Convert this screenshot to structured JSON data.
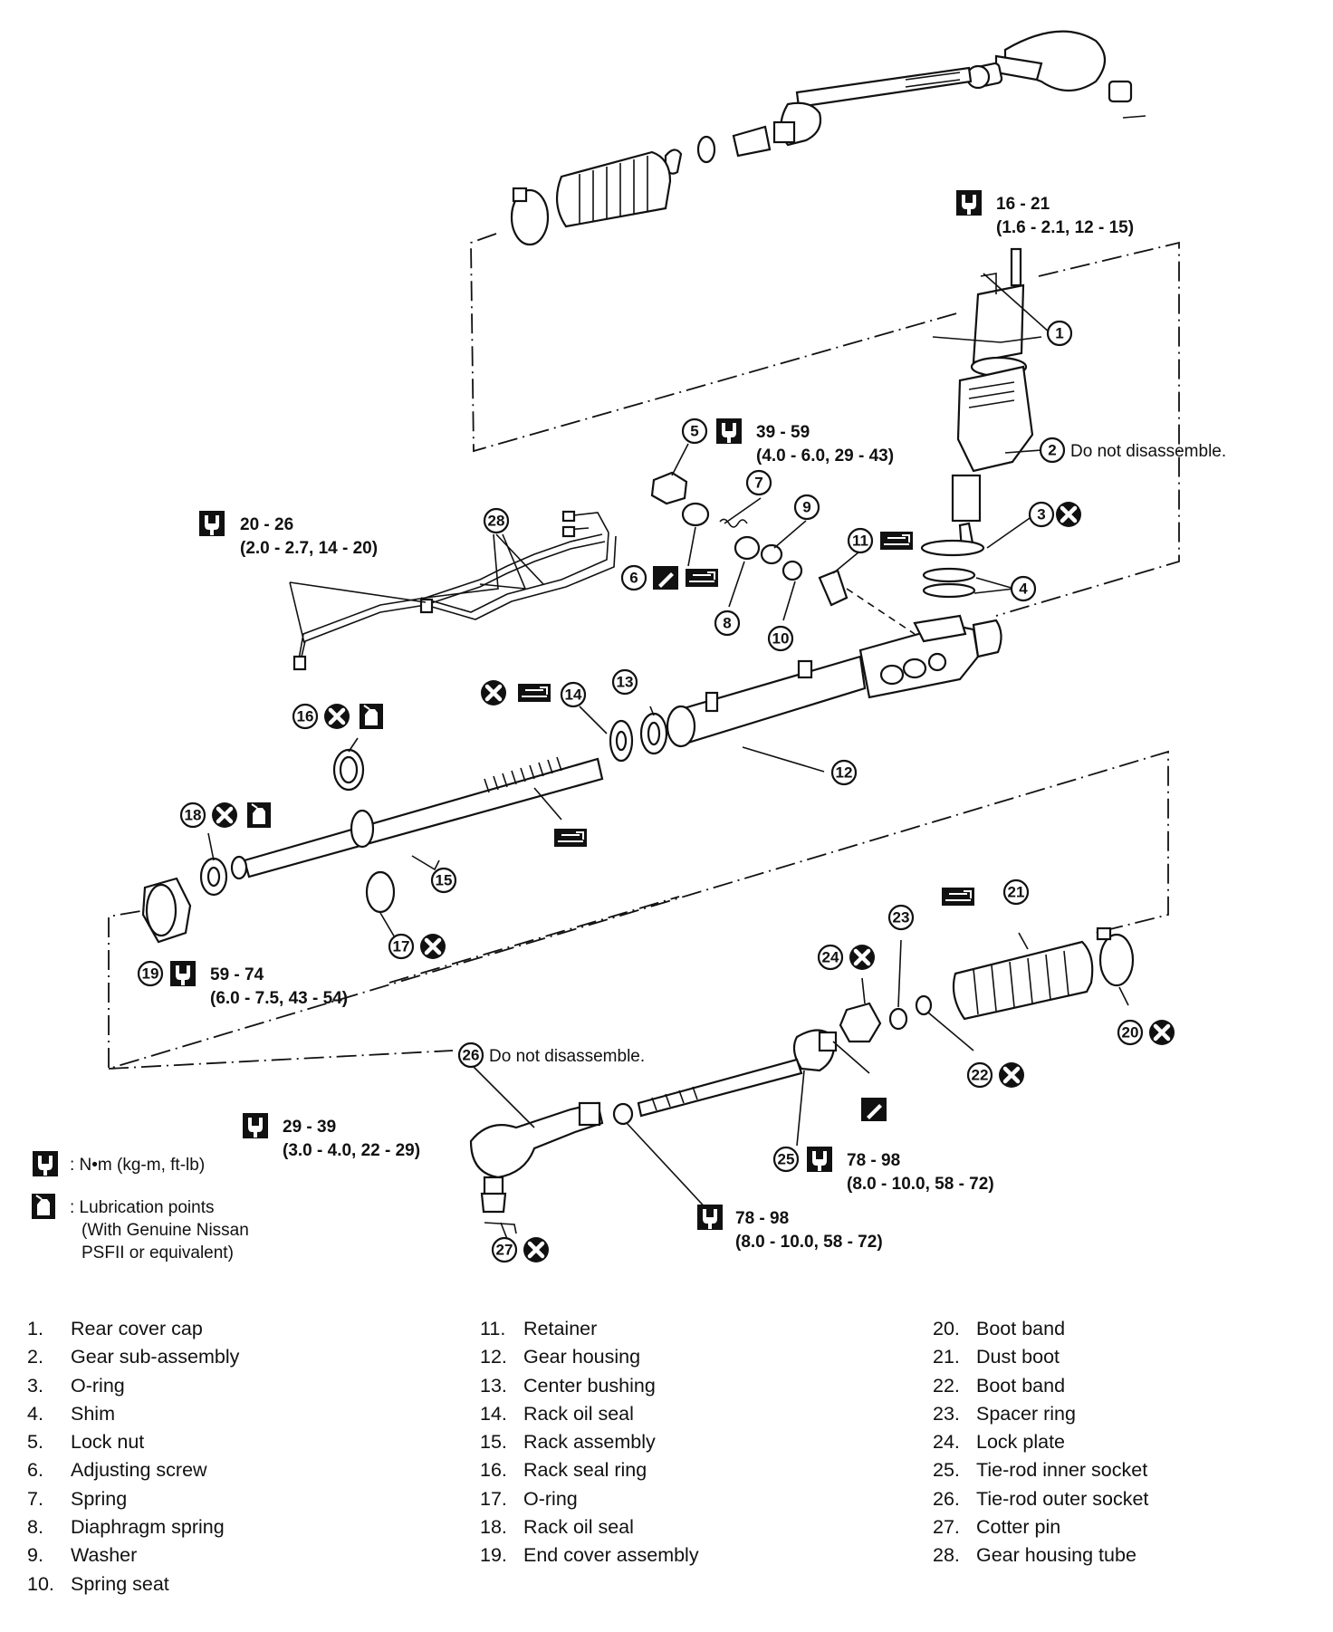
{
  "notes": {
    "torque_tie_rod_outer": [
      "29 - 39",
      "(3.0 - 4.0, 22 - 29)"
    ],
    "torque_rear_cover": [
      "16 - 21",
      "(1.6 - 2.1, 12 - 15)"
    ],
    "torque_lock_nut": [
      "39 - 59",
      "(4.0 - 6.0, 29 - 43)"
    ],
    "torque_tube": [
      "20 - 26",
      "(2.0 - 2.7, 14 - 20)"
    ],
    "torque_end_cover": [
      "59 - 74",
      "(6.0 - 7.5, 43 - 54)"
    ],
    "torque_inner_socket": [
      "78 - 98",
      "(8.0 - 10.0, 58 - 72)"
    ],
    "torque_outer_nut": [
      "78 - 98",
      "(8.0 - 10.0, 58 - 72)"
    ],
    "do_not_disassemble_2": "Do not disassemble.",
    "do_not_disassemble_26": "Do not disassemble."
  },
  "key": {
    "torque_unit": ": N•m (kg-m, ft-lb)",
    "lube_line1": ": Lubrication points",
    "lube_line2": "(With Genuine Nissan",
    "lube_line3": "PSFII or equivalent)"
  },
  "parts": [
    {
      "n": "1.",
      "name": "Rear cover cap"
    },
    {
      "n": "2.",
      "name": "Gear sub-assembly"
    },
    {
      "n": "3.",
      "name": "O-ring"
    },
    {
      "n": "4.",
      "name": "Shim"
    },
    {
      "n": "5.",
      "name": "Lock nut"
    },
    {
      "n": "6.",
      "name": "Adjusting screw"
    },
    {
      "n": "7.",
      "name": "Spring"
    },
    {
      "n": "8.",
      "name": "Diaphragm spring"
    },
    {
      "n": "9.",
      "name": "Washer"
    },
    {
      "n": "10.",
      "name": "Spring seat"
    },
    {
      "n": "11.",
      "name": "Retainer"
    },
    {
      "n": "12.",
      "name": "Gear housing"
    },
    {
      "n": "13.",
      "name": "Center bushing"
    },
    {
      "n": "14.",
      "name": "Rack oil seal"
    },
    {
      "n": "15.",
      "name": "Rack assembly"
    },
    {
      "n": "16.",
      "name": "Rack seal ring"
    },
    {
      "n": "17.",
      "name": "O-ring"
    },
    {
      "n": "18.",
      "name": "Rack oil seal"
    },
    {
      "n": "19.",
      "name": "End cover assembly"
    },
    {
      "n": "20.",
      "name": "Boot band"
    },
    {
      "n": "21.",
      "name": "Dust boot"
    },
    {
      "n": "22.",
      "name": "Boot band"
    },
    {
      "n": "23.",
      "name": "Spacer ring"
    },
    {
      "n": "24.",
      "name": "Lock plate"
    },
    {
      "n": "25.",
      "name": "Tie-rod inner socket"
    },
    {
      "n": "26.",
      "name": "Tie-rod outer socket"
    },
    {
      "n": "27.",
      "name": "Cotter pin"
    },
    {
      "n": "28.",
      "name": "Gear housing tube"
    }
  ],
  "callouts": [
    "1",
    "2",
    "3",
    "4",
    "5",
    "6",
    "7",
    "8",
    "9",
    "10",
    "11",
    "12",
    "13",
    "14",
    "15",
    "16",
    "17",
    "18",
    "19",
    "20",
    "21",
    "22",
    "23",
    "24",
    "25",
    "26",
    "27",
    "28"
  ]
}
